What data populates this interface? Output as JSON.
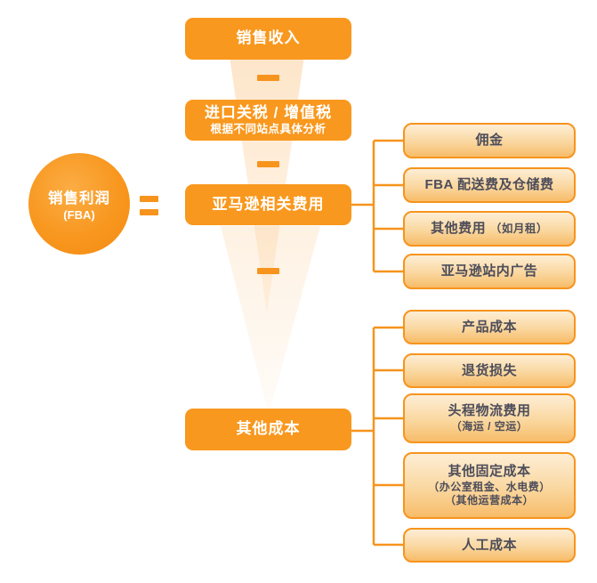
{
  "colors": {
    "primary_orange": "#F7941D",
    "step_box_fill": "#F9981E",
    "leaf_gradient_top": "#FDEED5",
    "leaf_gradient_bottom": "#F7BC69",
    "leaf_border": "#F7941D",
    "leaf_text": "#4D4D5A",
    "step_text": "#FFFFFF",
    "funnel_tint": "#F7941D"
  },
  "result_circle": {
    "title": "销售利润",
    "subtitle": "(FBA)"
  },
  "operators": {
    "equals": "=",
    "minus": "-"
  },
  "funnel_steps": {
    "revenue": {
      "title": "销售收入"
    },
    "import_tax": {
      "title": "进口关税 / 增值税",
      "subtitle": "根据不同站点具体分析"
    },
    "amazon_fees": {
      "title": "亚马逊相关费用"
    },
    "other_costs": {
      "title": "其他成本"
    }
  },
  "amazon_fee_items": {
    "commission": {
      "label": "佣金"
    },
    "fba_fulfillment_storage": {
      "label": "FBA 配送费及仓储费"
    },
    "other_fees": {
      "label": "其他费用",
      "note": "（如月租）"
    },
    "amazon_onsite_ads": {
      "label": "亚马逊站内广告"
    }
  },
  "other_cost_items": {
    "product_cost": {
      "label": "产品成本"
    },
    "return_loss": {
      "label": "退货损失"
    },
    "first_mile_logistics": {
      "label": "头程物流费用",
      "note1": "（海运 / 空运）"
    },
    "other_fixed_costs": {
      "label": "其他固定成本",
      "note1": "（办公室租金、水电费）",
      "note2": "（其他运营成本）"
    },
    "labor_cost": {
      "label": "人工成本"
    }
  }
}
